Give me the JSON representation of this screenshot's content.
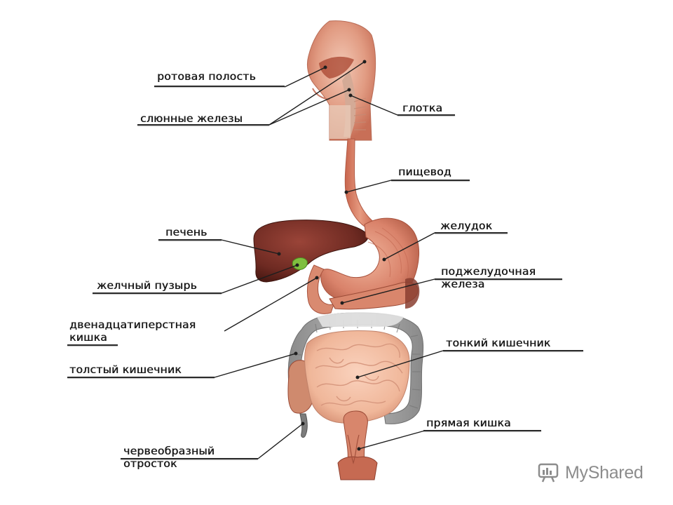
{
  "labels": {
    "mouth": "ротовая полость",
    "salivary": "слюнные железы",
    "pharynx": "глотка",
    "esophagus": "пищевод",
    "liver": "печень",
    "stomach": "желудок",
    "gallbladder": "желчный пузырь",
    "pancreas": "поджелудочная\nжелеза",
    "duodenum": "двенадцатиперстная\nкишка",
    "small_intestine": "тонкий кишечник",
    "large_intestine": "толстый кишечник",
    "rectum": "прямая кишка",
    "appendix": "червеобразный\nотросток"
  },
  "watermark": {
    "text": "MyShared"
  },
  "colors": {
    "label_text": "#1a1a1a",
    "leader_line": "#2a2a2a",
    "organ_muscle": "#d9826a",
    "liver": "#6e2a22",
    "colon": "#9a9a9a",
    "small_intestine": "#f0b79a",
    "watermark": "#8c8c8c"
  }
}
